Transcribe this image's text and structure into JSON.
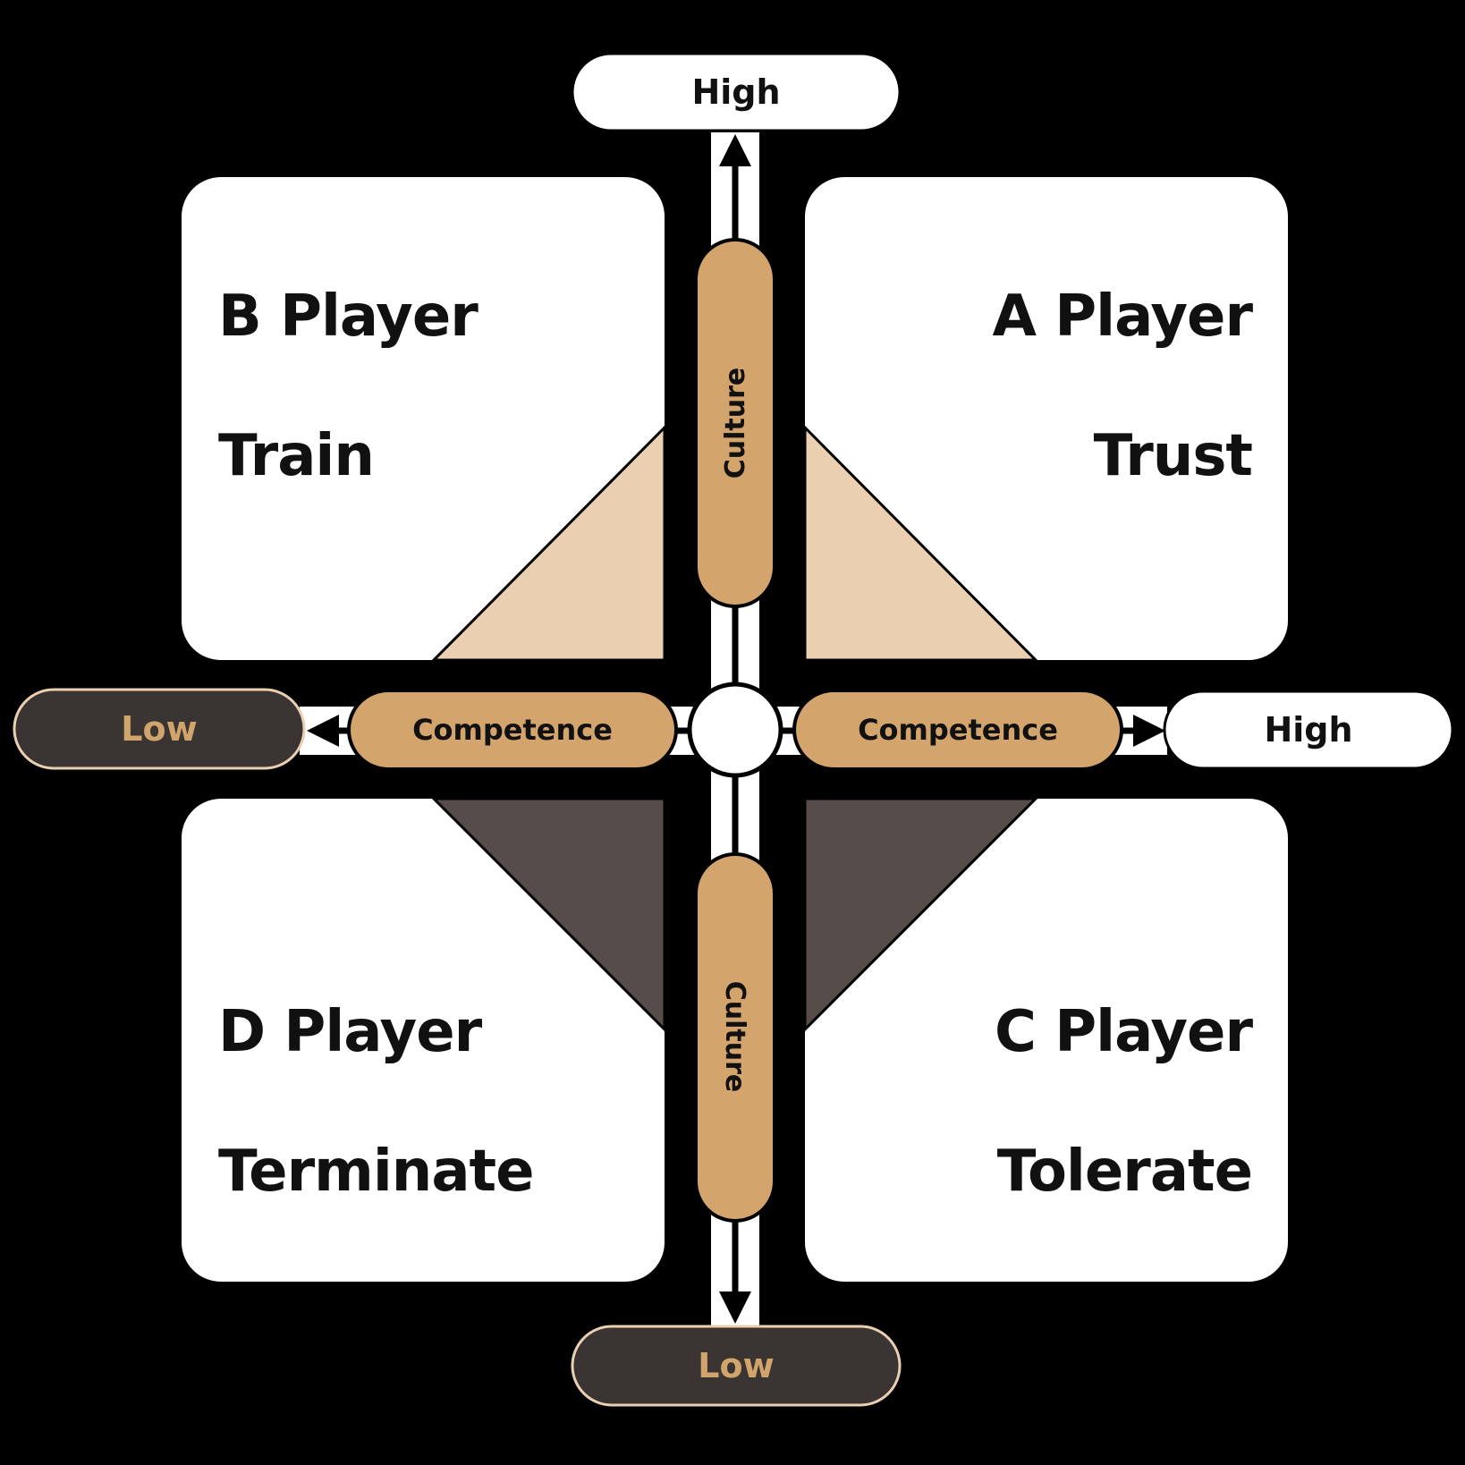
{
  "colors": {
    "background": "#000000",
    "quadrant_fill": "#ffffff",
    "accent_gold": "#d3a46b",
    "light_tan": "#eacfb0",
    "dark_brown": "#564d4a",
    "low_pill_fill": "#3a3533",
    "low_text": "#d1a46b"
  },
  "quadrants": {
    "top_left": {
      "title": "B Player",
      "action": "Train"
    },
    "top_right": {
      "title": "A Player",
      "action": "Trust"
    },
    "bottom_left": {
      "title": "D Player",
      "action": "Terminate"
    },
    "bottom_right": {
      "title": "C Player",
      "action": "Tolerate"
    }
  },
  "axes": {
    "vertical": {
      "label_top": "Culture",
      "label_bottom": "Culture",
      "end_top": "High",
      "end_bottom": "Low"
    },
    "horizontal": {
      "label_left": "Competence",
      "label_right": "Competence",
      "end_left": "Low",
      "end_right": "High"
    }
  }
}
